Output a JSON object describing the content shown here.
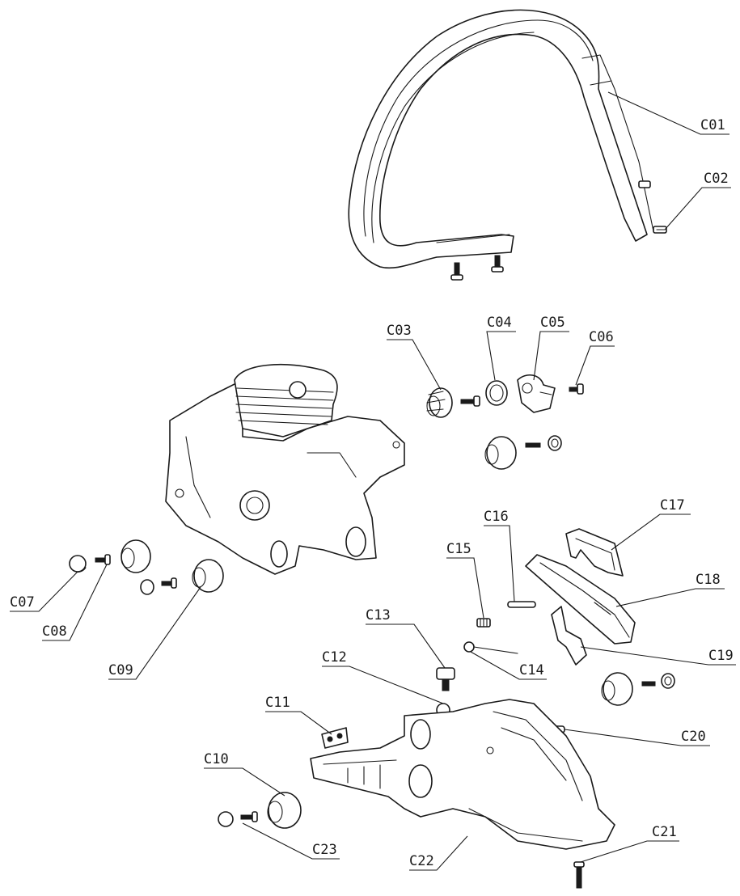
{
  "labels": {
    "c01": "C01",
    "c02": "C02",
    "c03": "C03",
    "c04": "C04",
    "c05": "C05",
    "c06": "C06",
    "c07": "C07",
    "c08": "C08",
    "c09": "C09",
    "c10": "C10",
    "c11": "C11",
    "c12": "C12",
    "c13": "C13",
    "c14": "C14",
    "c15": "C15",
    "c16": "C16",
    "c17": "C17",
    "c18": "C18",
    "c19": "C19",
    "c20": "C20",
    "c21": "C21",
    "c22": "C22",
    "c23": "C23"
  }
}
